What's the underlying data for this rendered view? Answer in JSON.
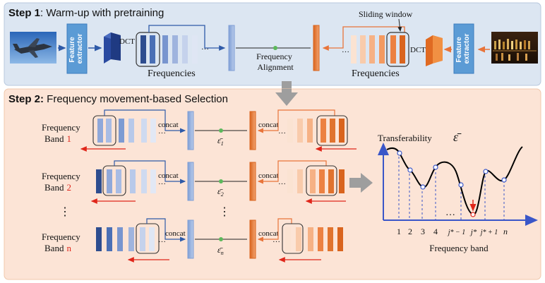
{
  "step1": {
    "title_bold": "Step 1",
    "title_rest": ": Warm-up with pretraining",
    "feature_extractor": [
      "Feature",
      "extractor"
    ],
    "dct": "DCT",
    "frequencies": "Frequencies",
    "frequency_alignment": [
      "Frequency",
      "Alignment"
    ],
    "sliding_window": "Sliding window"
  },
  "step2": {
    "title_bold": "Step 2:",
    "title_rest": " Frequency movement-based Selection",
    "concat": "concat",
    "rows": [
      {
        "label_line1": "Frequency",
        "label_line2": "Band",
        "index": "1",
        "eps": "ε̄",
        "eps_sub": "1"
      },
      {
        "label_line1": "Frequency",
        "label_line2": "Band",
        "index": "2",
        "eps": "ε̄",
        "eps_sub": "2"
      },
      {
        "label_line1": "Frequency",
        "label_line2": "Band",
        "index": "n",
        "eps": "ε̄",
        "eps_sub": "n"
      }
    ],
    "vdots": "⋮"
  },
  "plot": {
    "ylabel": "Transferability",
    "eps_symbol": "ε̄",
    "xlabel": "Frequency band",
    "ticks": [
      "1",
      "2",
      "3",
      "4",
      "j* − 1",
      "j*",
      "j* + 1",
      "n"
    ],
    "ellipsis": "…"
  },
  "colors": {
    "panel1_bg": "#dce6f2",
    "panel2_bg": "#fce4d6",
    "blue_dark": "#2e4d8f",
    "blue_mid": "#5b84c4",
    "blue_light": "#a9c0e4",
    "orange_dark": "#d9641e",
    "orange_mid": "#f4a36b",
    "orange_light": "#fbd6bc",
    "arrow_gray": "#9e9e9e",
    "red": "#e0261a",
    "axis_blue": "#3a56c8"
  }
}
